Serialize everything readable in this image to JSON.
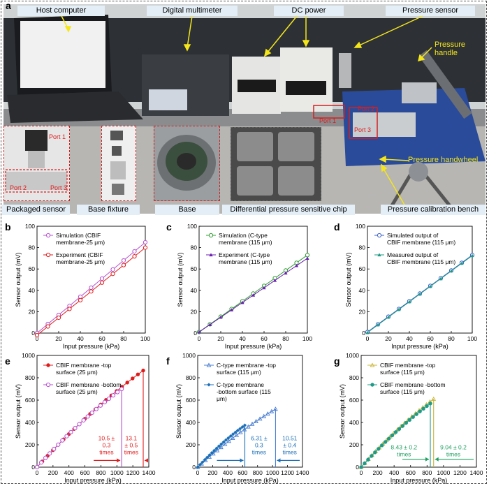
{
  "panel_a": {
    "letter": "a",
    "labels": {
      "host_computer": "Host computer",
      "digital_multimeter": "Digital multimeter",
      "dc_power": "DC power",
      "pressure_sensor": "Pressure sensor",
      "pressure_handle": "Pressure handle",
      "pressure_handwheel": "Pressure handwheel",
      "packaged_sensor": "Packaged sensor",
      "base_fixture": "Base fixture",
      "base": "Base",
      "chip": "Differential pressure sensitive chip",
      "bench": "Pressure calibration bench",
      "port1": "Port 1",
      "port2": "Port 2",
      "port3": "Port 3",
      "bench_port1": "Port 1",
      "bench_port2": "Port 2",
      "bench_port3": "Port 3"
    },
    "colors": {
      "caption_bg": "#e3eef6",
      "arrow": "#f5e61a",
      "inset_border": "#d42020"
    }
  },
  "chart_data": [
    {
      "id": "b",
      "type": "line",
      "xlabel": "Input pressure (kPa)",
      "ylabel": "Sensor output (mV)",
      "xlim": [
        0,
        100
      ],
      "ylim": [
        0,
        100
      ],
      "xticks": [
        0,
        20,
        40,
        60,
        80,
        100
      ],
      "yticks": [
        0,
        20,
        40,
        60,
        80,
        100
      ],
      "series": [
        {
          "name": "Simulation (CBIF membrane-25 μm)",
          "color": "#b84fd0",
          "marker": "circle-open",
          "x": [
            0,
            10,
            20,
            30,
            40,
            50,
            60,
            70,
            80,
            90,
            100
          ],
          "y": [
            0,
            8.5,
            17,
            25.5,
            34,
            42.5,
            51,
            59.5,
            68,
            76.5,
            85
          ]
        },
        {
          "name": "Experiment (CBIF membrane-25 μm)",
          "color": "#e01b1b",
          "marker": "circle-open",
          "x": [
            0,
            10,
            20,
            30,
            40,
            50,
            60,
            70,
            80,
            90,
            100
          ],
          "y": [
            -2,
            6.2,
            14.4,
            22.6,
            30.8,
            39,
            47.2,
            55.4,
            63.6,
            71.8,
            80
          ]
        }
      ]
    },
    {
      "id": "c",
      "type": "line",
      "xlabel": "Input pressure (kPa)",
      "ylabel": "Sensor output (mV)",
      "xlim": [
        0,
        100
      ],
      "ylim": [
        0,
        100
      ],
      "xticks": [
        0,
        20,
        40,
        60,
        80,
        100
      ],
      "yticks": [
        0,
        20,
        40,
        60,
        80,
        100
      ],
      "series": [
        {
          "name": "Simulation (C-type membrane (115 μm)",
          "color": "#2f9e2f",
          "marker": "circle-open",
          "x": [
            0,
            10,
            20,
            30,
            40,
            50,
            60,
            70,
            80,
            90,
            100
          ],
          "y": [
            1,
            8.2,
            15.4,
            22.6,
            29.8,
            37,
            44.2,
            51.4,
            58.6,
            65.8,
            73
          ]
        },
        {
          "name": "Experiment (C-type membrane (115 μm)",
          "color": "#6a1fb0",
          "marker": "triangle",
          "x": [
            0,
            10,
            20,
            30,
            40,
            50,
            60,
            70,
            80,
            90,
            100
          ],
          "y": [
            1,
            7.9,
            14.8,
            21.7,
            28.6,
            35.5,
            42.4,
            49.3,
            56.2,
            63.1,
            70
          ]
        }
      ]
    },
    {
      "id": "d",
      "type": "line",
      "xlabel": "Input pressure (kPa)",
      "ylabel": "Sensor output (mV)",
      "xlim": [
        0,
        100
      ],
      "ylim": [
        0,
        100
      ],
      "xticks": [
        0,
        20,
        40,
        60,
        80,
        100
      ],
      "yticks": [
        0,
        20,
        40,
        60,
        80,
        100
      ],
      "series": [
        {
          "name": "Simulated output of CBIF membrane (115 μm)",
          "color": "#3a5fc8",
          "marker": "circle-open",
          "x": [
            0,
            10,
            20,
            30,
            40,
            50,
            60,
            70,
            80,
            90,
            100
          ],
          "y": [
            1,
            8.2,
            15.4,
            22.6,
            29.8,
            37,
            44.2,
            51.4,
            58.6,
            65.8,
            73
          ]
        },
        {
          "name": "Measured output of CBIF membrane (115 μm)",
          "color": "#1f9a86",
          "marker": "triangle",
          "x": [
            0,
            10,
            20,
            30,
            40,
            50,
            60,
            70,
            80,
            90,
            100
          ],
          "y": [
            0.5,
            7.7,
            14.9,
            22.1,
            29.3,
            36.5,
            43.7,
            50.9,
            58.1,
            65.3,
            72.5
          ]
        }
      ]
    },
    {
      "id": "e",
      "type": "scatter",
      "xlabel": "Input pressure (kPa)",
      "ylabel": "Sensor output (mV)",
      "xlim": [
        0,
        1400
      ],
      "ylim": [
        0,
        1000
      ],
      "xticks": [
        0,
        200,
        400,
        600,
        800,
        1000,
        1200,
        1400
      ],
      "yticks": [
        0,
        200,
        400,
        600,
        800,
        1000
      ],
      "series": [
        {
          "name": "CBIF membrane -top surface (25 μm)",
          "color": "#e01b1b",
          "marker": "circle",
          "x_end": 1330,
          "y_end": 865,
          "drop_to": 0
        },
        {
          "name": "CBIF membrane -bottom surface (25 μm)",
          "color": "#b84fd0",
          "marker": "circle-open",
          "x_end": 1060,
          "y_end": 700,
          "drop_to": 0
        }
      ],
      "annotations": [
        {
          "text": [
            "10.5 ±",
            "0.3",
            "times"
          ],
          "color": "#e01b1b",
          "x": 870,
          "y": 240
        },
        {
          "text": [
            "13.1",
            "± 0.5",
            "times"
          ],
          "color": "#e01b1b",
          "x": 1180,
          "y": 240
        }
      ]
    },
    {
      "id": "f",
      "type": "scatter",
      "xlabel": "Input pressure (kPa)",
      "ylabel": "Sensor output (mV)",
      "xlim": [
        0,
        1400
      ],
      "ylim": [
        0,
        1000
      ],
      "xticks": [
        0,
        200,
        400,
        600,
        800,
        1000,
        1200,
        1400
      ],
      "yticks": [
        0,
        200,
        400,
        600,
        800,
        1000
      ],
      "series": [
        {
          "name": "C-type membrane -top surface (115 μm)",
          "color": "#4a7ed0",
          "marker": "triangle-open",
          "x_end": 1040,
          "y_end": 520,
          "drop_to": 0
        },
        {
          "name": "C-type membrane -bottom surface (115 μm)",
          "color": "#1b6fb8",
          "marker": "diamond",
          "x_end": 630,
          "y_end": 375,
          "drop_to": 0
        }
      ],
      "annotations": [
        {
          "text": [
            "6.31 ±",
            "0.3",
            "times"
          ],
          "color": "#1b6fb8",
          "x": 820,
          "y": 240
        },
        {
          "text": [
            "10.51",
            "± 0.4",
            "times"
          ],
          "color": "#1b6fb8",
          "x": 1230,
          "y": 240
        }
      ]
    },
    {
      "id": "g",
      "type": "scatter",
      "xlabel": "Input pressure (kPa)",
      "ylabel": "Sensor output (mV)",
      "xlim": [
        0,
        1400
      ],
      "ylim": [
        0,
        1000
      ],
      "xticks": [
        0,
        200,
        400,
        600,
        800,
        1000,
        1200,
        1400
      ],
      "yticks": [
        0,
        200,
        400,
        600,
        800,
        1000
      ],
      "series": [
        {
          "name": "CBIF membrane -top surface (115 μm)",
          "color": "#c9b536",
          "marker": "triangle-open",
          "x_end": 880,
          "y_end": 610,
          "drop_to": 0
        },
        {
          "name": "CBIF membrane -bottom surface (115 μm)",
          "color": "#1f9a86",
          "marker": "circle",
          "x_end": 840,
          "y_end": 570,
          "drop_to": 0
        }
      ],
      "annotations": [
        {
          "text": [
            "8.43 ± 0.2",
            "times"
          ],
          "color": "#1fa060",
          "x": 520,
          "y": 160
        },
        {
          "text": [
            "9.04 ± 0.2",
            "times"
          ],
          "color": "#1fa060",
          "x": 1120,
          "y": 160
        }
      ]
    }
  ]
}
